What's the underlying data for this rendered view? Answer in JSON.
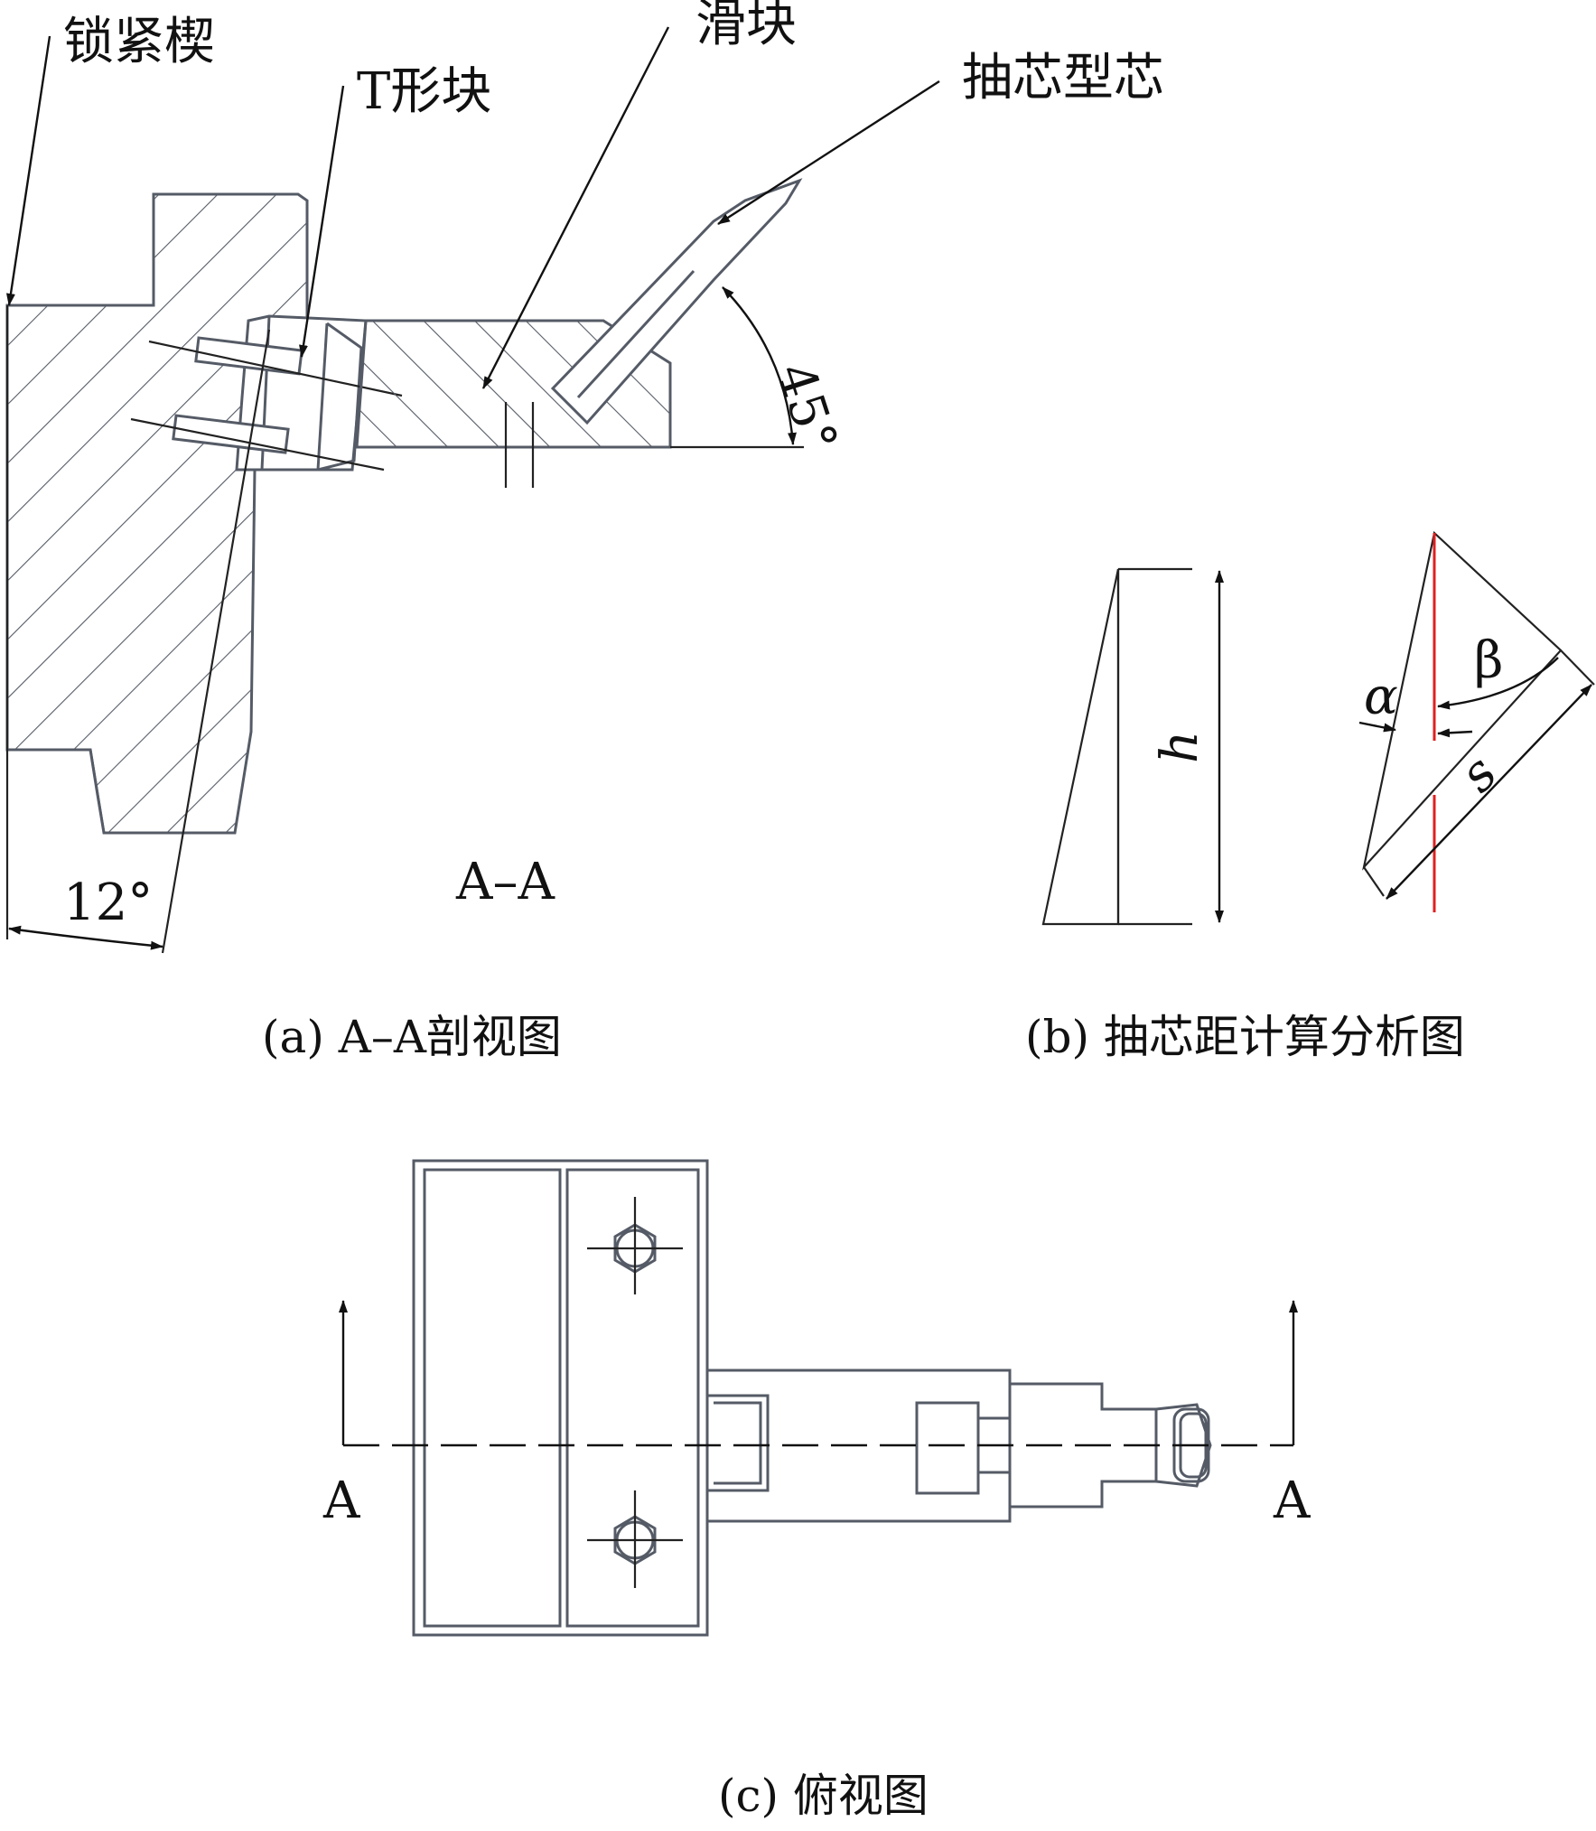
{
  "labels": {
    "locking_wedge": "锁紧楔",
    "t_block": "T形块",
    "slider": "滑块",
    "core_pull": "抽芯型芯",
    "angle_45": "45°",
    "angle_12": "12°",
    "section_name": "A–A",
    "h": "h",
    "alpha": "α",
    "beta": "β",
    "s": "s",
    "section_mark_left": "A",
    "section_mark_right": "A"
  },
  "captions": {
    "a": "(a) A–A剖视图",
    "b": "(b) 抽芯距计算分析图",
    "c": "(c) 俯视图"
  },
  "colors": {
    "line": "#555b66",
    "construction": "#e02020"
  }
}
